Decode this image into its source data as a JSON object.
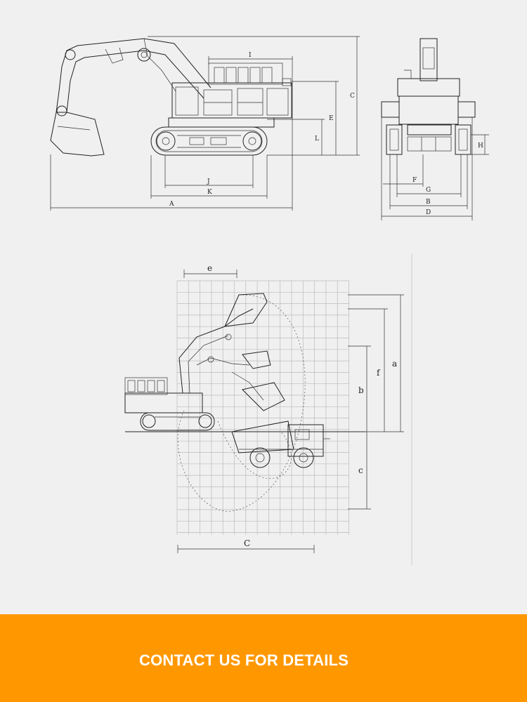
{
  "side_view": {
    "dim_labels": {
      "A": "A",
      "K": "K",
      "J": "J",
      "I": "I",
      "C": "C",
      "E": "E",
      "L": "L"
    }
  },
  "rear_view": {
    "dim_labels": {
      "F": "F",
      "G": "G",
      "B": "B",
      "D": "D",
      "H": "H"
    }
  },
  "working_range": {
    "dim_labels": {
      "e": "e",
      "a": "a",
      "f": "f",
      "b": "b",
      "c": "c",
      "C": "C"
    }
  },
  "footer": {
    "cta_label": "CONTACT US FOR DETAILS",
    "background_color": "#ff9800",
    "text_color": "#ffffff"
  }
}
